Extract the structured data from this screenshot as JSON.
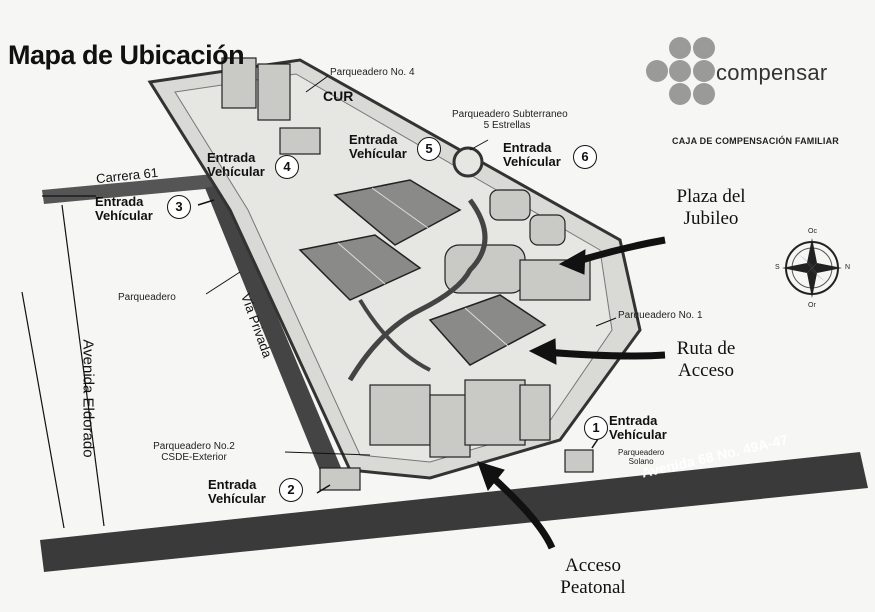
{
  "title": "Mapa de Ubicación",
  "brand": {
    "name": "compensar",
    "tagline": "CAJA DE COMPENSACIÓN FAMILIAR"
  },
  "roads": {
    "carrera61": "Carrera 61",
    "avenida_eldorado": "Avenida Eldorado",
    "via_privada": "Vía Privada",
    "avenida68": "Avenida 68 No. 49A-47"
  },
  "places": {
    "parqueadero4": "Parqueadero No. 4",
    "cur": "CUR",
    "parqueadero_subterraneo": [
      "Parqueadero Subterraneo",
      "5 Estrellas"
    ],
    "parqueadero": "Parqueadero",
    "parqueadero1": "Parqueadero No. 1",
    "parqueadero2": [
      "Parqueadero No.2",
      "CSDE-Exterior"
    ],
    "parqueadero_solano": [
      "Parqueadero",
      "Solano"
    ]
  },
  "entrances": [
    {
      "num": "1",
      "label": [
        "Entrada",
        "Vehícular"
      ]
    },
    {
      "num": "2",
      "label": [
        "Entrada",
        "Vehícular"
      ]
    },
    {
      "num": "3",
      "label": [
        "Entrada",
        "Vehícular"
      ]
    },
    {
      "num": "4",
      "label": [
        "Entrada",
        "Vehícular"
      ]
    },
    {
      "num": "5",
      "label": [
        "Entrada",
        "Vehícular"
      ]
    },
    {
      "num": "6",
      "label": [
        "Entrada",
        "Vehícular"
      ]
    }
  ],
  "callouts": {
    "plaza_jubileo": [
      "Plaza del",
      "Jubileo"
    ],
    "ruta_acceso": [
      "Ruta de",
      "Acceso"
    ],
    "acceso_peatonal": [
      "Acceso",
      "Peatonal"
    ]
  },
  "compass": {
    "n": "Oc",
    "s": "Or",
    "w": "S",
    "e": "N"
  },
  "colors": {
    "road": "#3a3a3a",
    "ground": "#d9d9d6",
    "field": "#8a8a88",
    "building": "#c9c9c6"
  },
  "icons": [
    "compass-rose-icon",
    "logo-circles-icon",
    "arrow-icon"
  ]
}
